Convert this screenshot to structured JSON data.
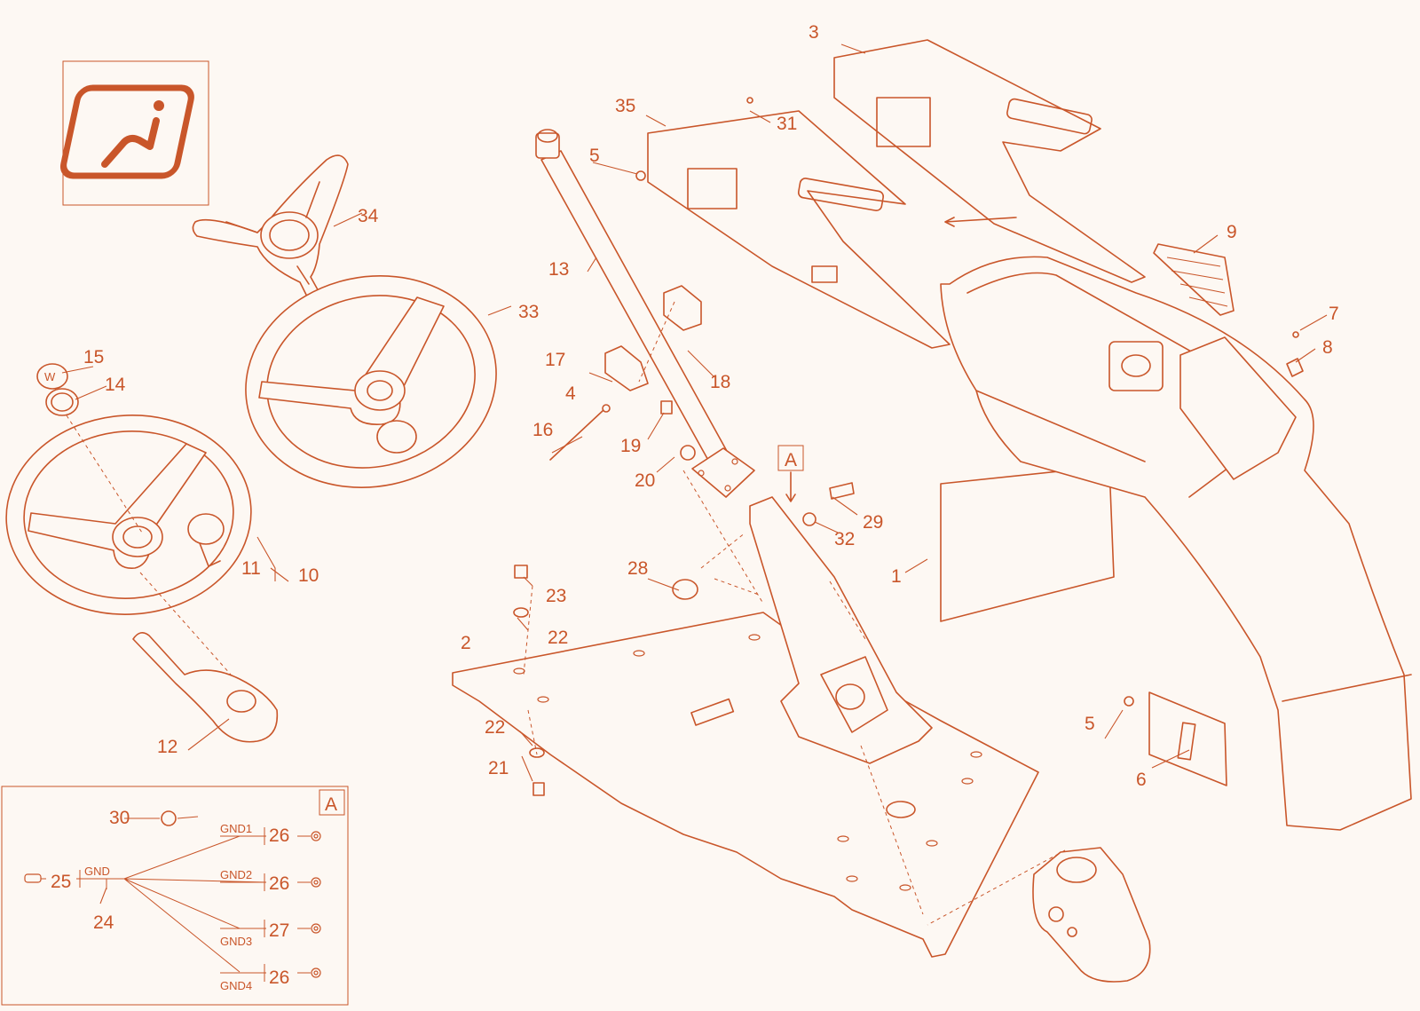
{
  "colors": {
    "line": "#c9562a",
    "background": "#fdf8f3"
  },
  "icon": "operator-seat-icon",
  "callouts": {
    "c1": "1",
    "c2": "2",
    "c3": "3",
    "c4": "4",
    "c5a": "5",
    "c5b": "5",
    "c6": "6",
    "c7": "7",
    "c8": "8",
    "c9": "9",
    "c10": "10",
    "c11": "11",
    "c12": "12",
    "c13": "13",
    "c14": "14",
    "c15": "15",
    "c16": "16",
    "c17": "17",
    "c18": "18",
    "c19": "19",
    "c20": "20",
    "c21": "21",
    "c22a": "22",
    "c22b": "22",
    "c23": "23",
    "c24": "24",
    "c25": "25",
    "c26a": "26",
    "c26b": "26",
    "c26c": "26",
    "c27": "27",
    "c28": "28",
    "c29": "29",
    "c30": "30",
    "c31": "31",
    "c32": "32",
    "c33": "33",
    "c34": "34",
    "c35": "35"
  },
  "detail_ref": "A",
  "detail_box_label": "A",
  "wiring": {
    "gnd": "GND",
    "gnd1": "GND1",
    "gnd2": "GND2",
    "gnd3": "GND3",
    "gnd4": "GND4"
  }
}
